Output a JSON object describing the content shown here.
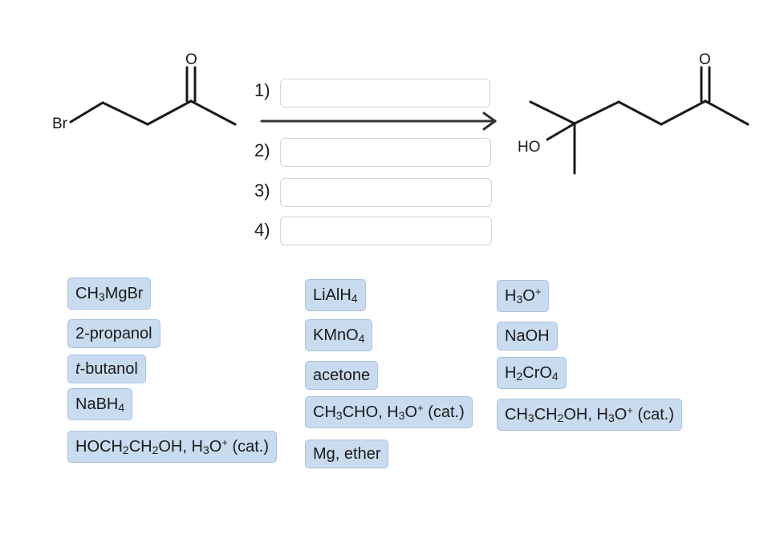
{
  "reactant": {
    "bromine_label": "Br",
    "oxygen_label": "O"
  },
  "product": {
    "hydroxyl_label": "HO",
    "oxygen_label": "O"
  },
  "steps": [
    {
      "label": "1)",
      "value": ""
    },
    {
      "label": "2)",
      "value": ""
    },
    {
      "label": "3)",
      "value": ""
    },
    {
      "label": "4)",
      "value": ""
    }
  ],
  "reagents": {
    "ch3mgbr": {
      "parts": [
        "CH",
        "3",
        "MgBr"
      ]
    },
    "propanol2": {
      "text": "2-propanol"
    },
    "tbutanol_prefix": {
      "text": "t"
    },
    "tbutanol": {
      "text": "-butanol"
    },
    "nabh4": {
      "parts": [
        "NaBH",
        "4"
      ]
    },
    "hoch2ch2oh": {
      "parts": [
        "HOCH",
        "2",
        "CH",
        "2",
        "OH, H",
        "3",
        "O",
        "+",
        " (cat.)"
      ]
    },
    "lialh4": {
      "parts": [
        "LiAlH",
        "4"
      ]
    },
    "kmno4": {
      "parts": [
        "KMnO",
        "4"
      ]
    },
    "acetone": {
      "text": "acetone"
    },
    "ch3cho": {
      "parts": [
        "CH",
        "3",
        "CHO, H",
        "3",
        "O",
        "+",
        " (cat.)"
      ]
    },
    "mg_ether": {
      "text": "Mg, ether"
    },
    "h3o": {
      "parts": [
        "H",
        "3",
        "O",
        "+"
      ]
    },
    "naoh": {
      "text": "NaOH"
    },
    "h2cro4": {
      "parts": [
        "H",
        "2",
        "CrO",
        "4"
      ]
    },
    "ch3ch2oh": {
      "parts": [
        "CH",
        "3",
        "CH",
        "2",
        "OH, H",
        "3",
        "O",
        "+",
        " (cat.)"
      ]
    }
  }
}
